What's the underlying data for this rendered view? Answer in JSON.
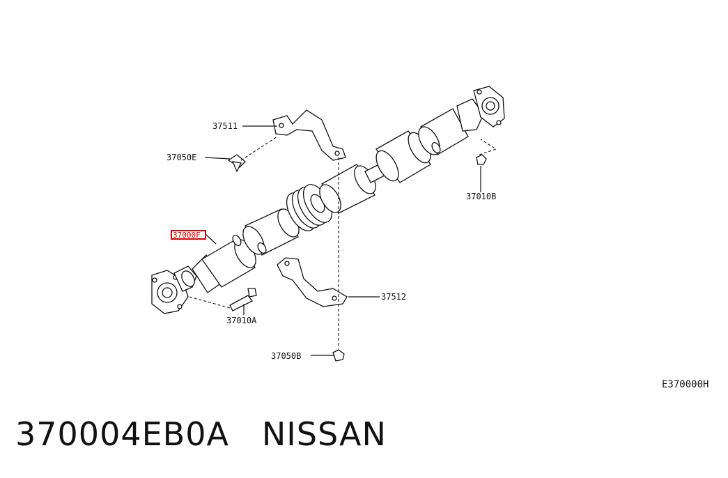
{
  "parts": {
    "highlighted": "37000F",
    "bracket_upper": "37511",
    "nut_upper": "37050E",
    "bracket_lower": "37512",
    "nut_lower": "37050B",
    "bolt": "37010A",
    "nut_rear": "37010B"
  },
  "diagram_code": "E370000H",
  "caption": "370004EB0A   NISSAN",
  "colors": {
    "highlight": "#e00000",
    "ink": "#111111"
  }
}
